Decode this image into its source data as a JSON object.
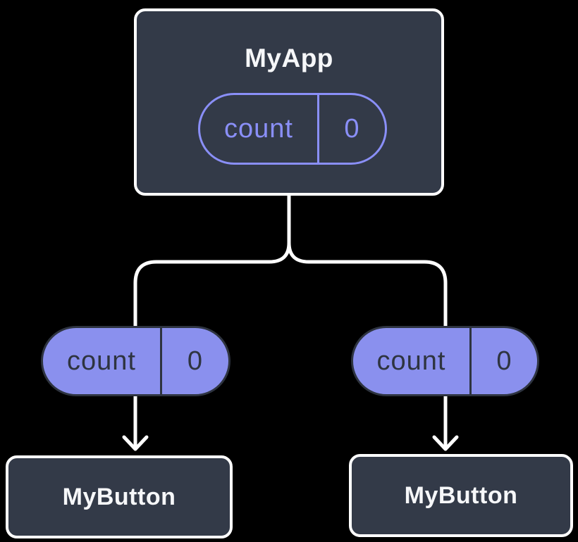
{
  "colors": {
    "background": "#000000",
    "nodeFill": "#333A48",
    "nodeBorder": "#FFFFFF",
    "nodeText": "#F6F7F9",
    "accent": "#8A8FF8",
    "pillFill": "#8A90EE",
    "pillDark": "#2E3440",
    "connector": "#FFFFFF"
  },
  "tree": {
    "root": {
      "label": "MyApp",
      "state": {
        "name": "count",
        "value": "0"
      }
    },
    "props": [
      {
        "name": "count",
        "value": "0"
      },
      {
        "name": "count",
        "value": "0"
      }
    ],
    "children": [
      {
        "label": "MyButton"
      },
      {
        "label": "MyButton"
      }
    ]
  }
}
